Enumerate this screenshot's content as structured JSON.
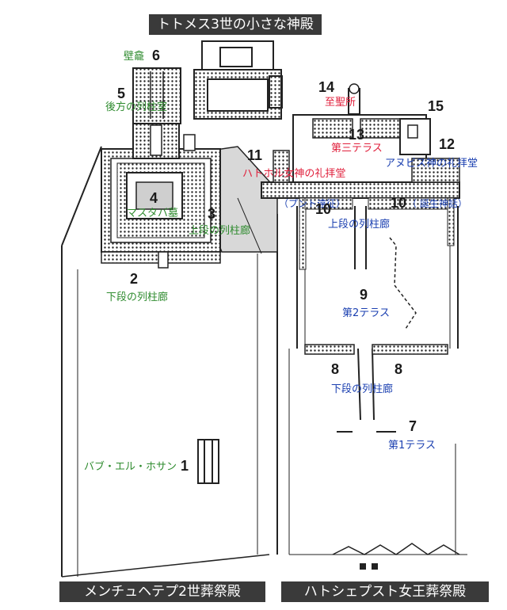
{
  "banners": {
    "top": "トトメス3世の小さな神殿",
    "bottom_left": "メンチュヘテプ2世葬祭殿",
    "bottom_right": "ハトシェプスト女王葬祭殿"
  },
  "colors": {
    "mentuhotep_labels": "#2e8b2e",
    "hatshepsut_labels": "#1a3fb0",
    "sanctuary_labels": "#e0203c",
    "banner_bg": "#3a3a3a"
  },
  "mentuhotep": {
    "n1": "1",
    "l1": "バブ・エル・ホサン",
    "n2": "2",
    "l2": "下段の列柱廊",
    "n3": "3",
    "l3": "上段の列柱廊",
    "n4": "4",
    "l4": "マスタバ墓",
    "n5": "5",
    "l5": "後方の列柱室",
    "n6": "6",
    "l6": "壁龕"
  },
  "hatshepsut": {
    "n7": "7",
    "l7": "第1テラス",
    "n8a": "8",
    "n8b": "8",
    "l8": "下段の列柱廊",
    "n9": "9",
    "l9": "第2テラス",
    "n10a": "10",
    "n10b": "10",
    "l10a": "（プント遠征）",
    "l10b": "（ 誕生神話）",
    "l10": "上段の列柱廊",
    "n11": "11",
    "l11": "ハトホル女神の礼拝堂",
    "n12": "12",
    "l12": "アヌビス神の礼拝堂",
    "n13": "13",
    "l13": "第三テラス",
    "n14": "14",
    "l14": "至聖所",
    "n15": "15"
  }
}
